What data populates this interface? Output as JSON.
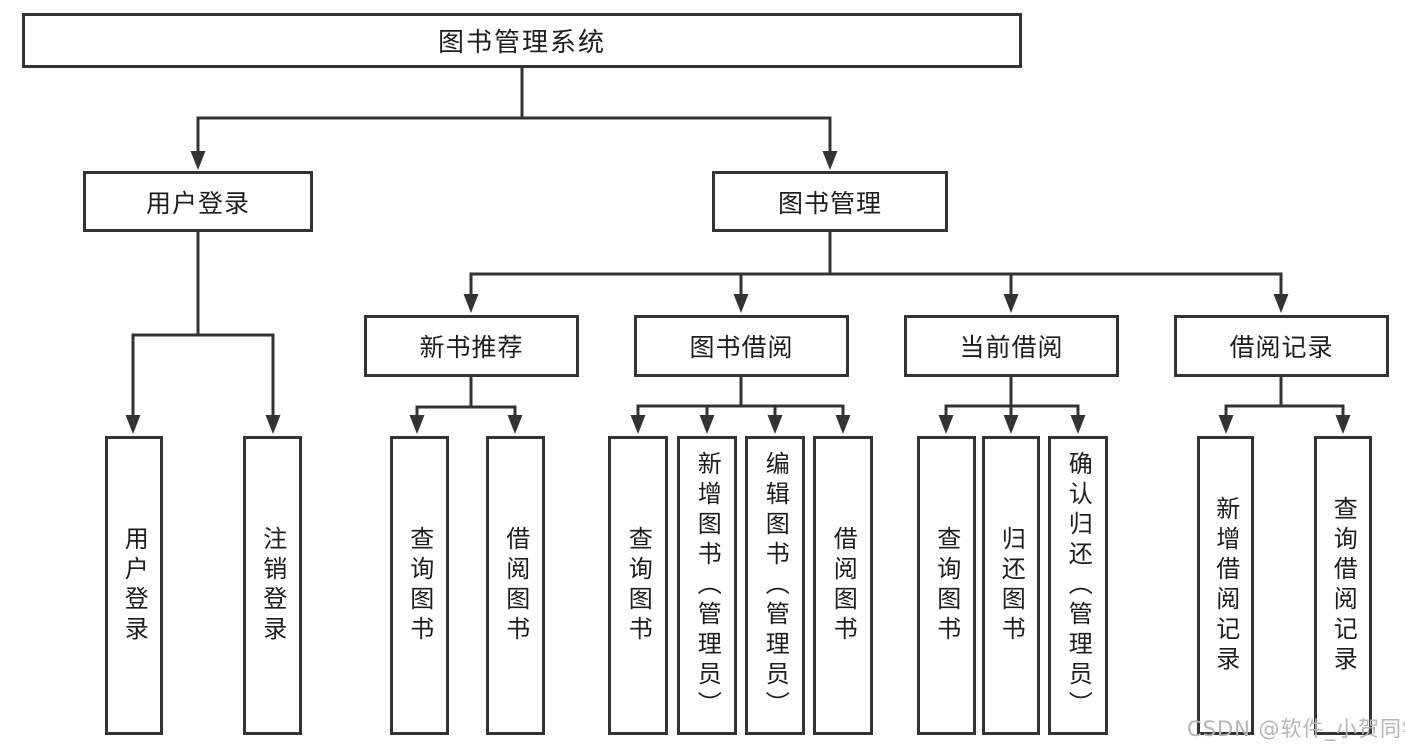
{
  "diagram": {
    "title": "图书管理系统",
    "colors": {
      "line": "#333333",
      "text": "#1d1d1d",
      "background": "#ffffff",
      "watermark": "#b5b5b5"
    },
    "nodes": {
      "root": "图书管理系统",
      "user_login": "用户登录",
      "book_mgmt": "图书管理",
      "l3": [
        "新书推荐",
        "图书借阅",
        "当前借阅",
        "借阅记录"
      ],
      "leaves": [
        "用户登录",
        "注销登录",
        "查询图书",
        "借阅图书",
        "查询图书",
        "新增图书（管理员）",
        "编辑图书（管理员）",
        "借阅图书",
        "查询图书",
        "归还图书",
        "确认归还（管理员）",
        "新增借阅记录",
        "查询借阅记录"
      ]
    },
    "hierarchy": [
      {
        "parent": "图书管理系统",
        "children": [
          "用户登录",
          "图书管理"
        ]
      },
      {
        "parent": "用户登录",
        "children": [
          "用户登录",
          "注销登录"
        ]
      },
      {
        "parent": "图书管理",
        "children": [
          "新书推荐",
          "图书借阅",
          "当前借阅",
          "借阅记录"
        ]
      },
      {
        "parent": "新书推荐",
        "children": [
          "查询图书",
          "借阅图书"
        ]
      },
      {
        "parent": "图书借阅",
        "children": [
          "查询图书",
          "新增图书（管理员）",
          "编辑图书（管理员）",
          "借阅图书"
        ]
      },
      {
        "parent": "当前借阅",
        "children": [
          "查询图书",
          "归还图书",
          "确认归还（管理员）"
        ]
      },
      {
        "parent": "借阅记录",
        "children": [
          "新增借阅记录",
          "查询借阅记录"
        ]
      }
    ],
    "watermark": "CSDN @软件_小贺同学"
  }
}
